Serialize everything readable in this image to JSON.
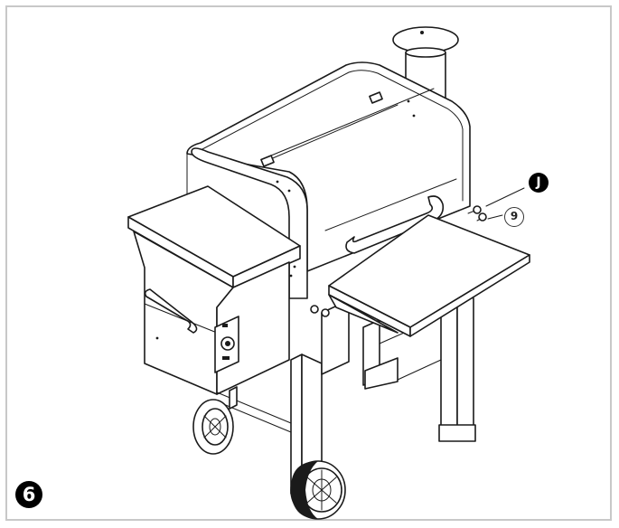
{
  "step": {
    "number": "6"
  },
  "callouts": {
    "hardware_letter": "J",
    "part_number": "9"
  },
  "colors": {
    "line": "#1a1a1a",
    "frame_border": "#c8c8c8",
    "background": "#ffffff"
  }
}
